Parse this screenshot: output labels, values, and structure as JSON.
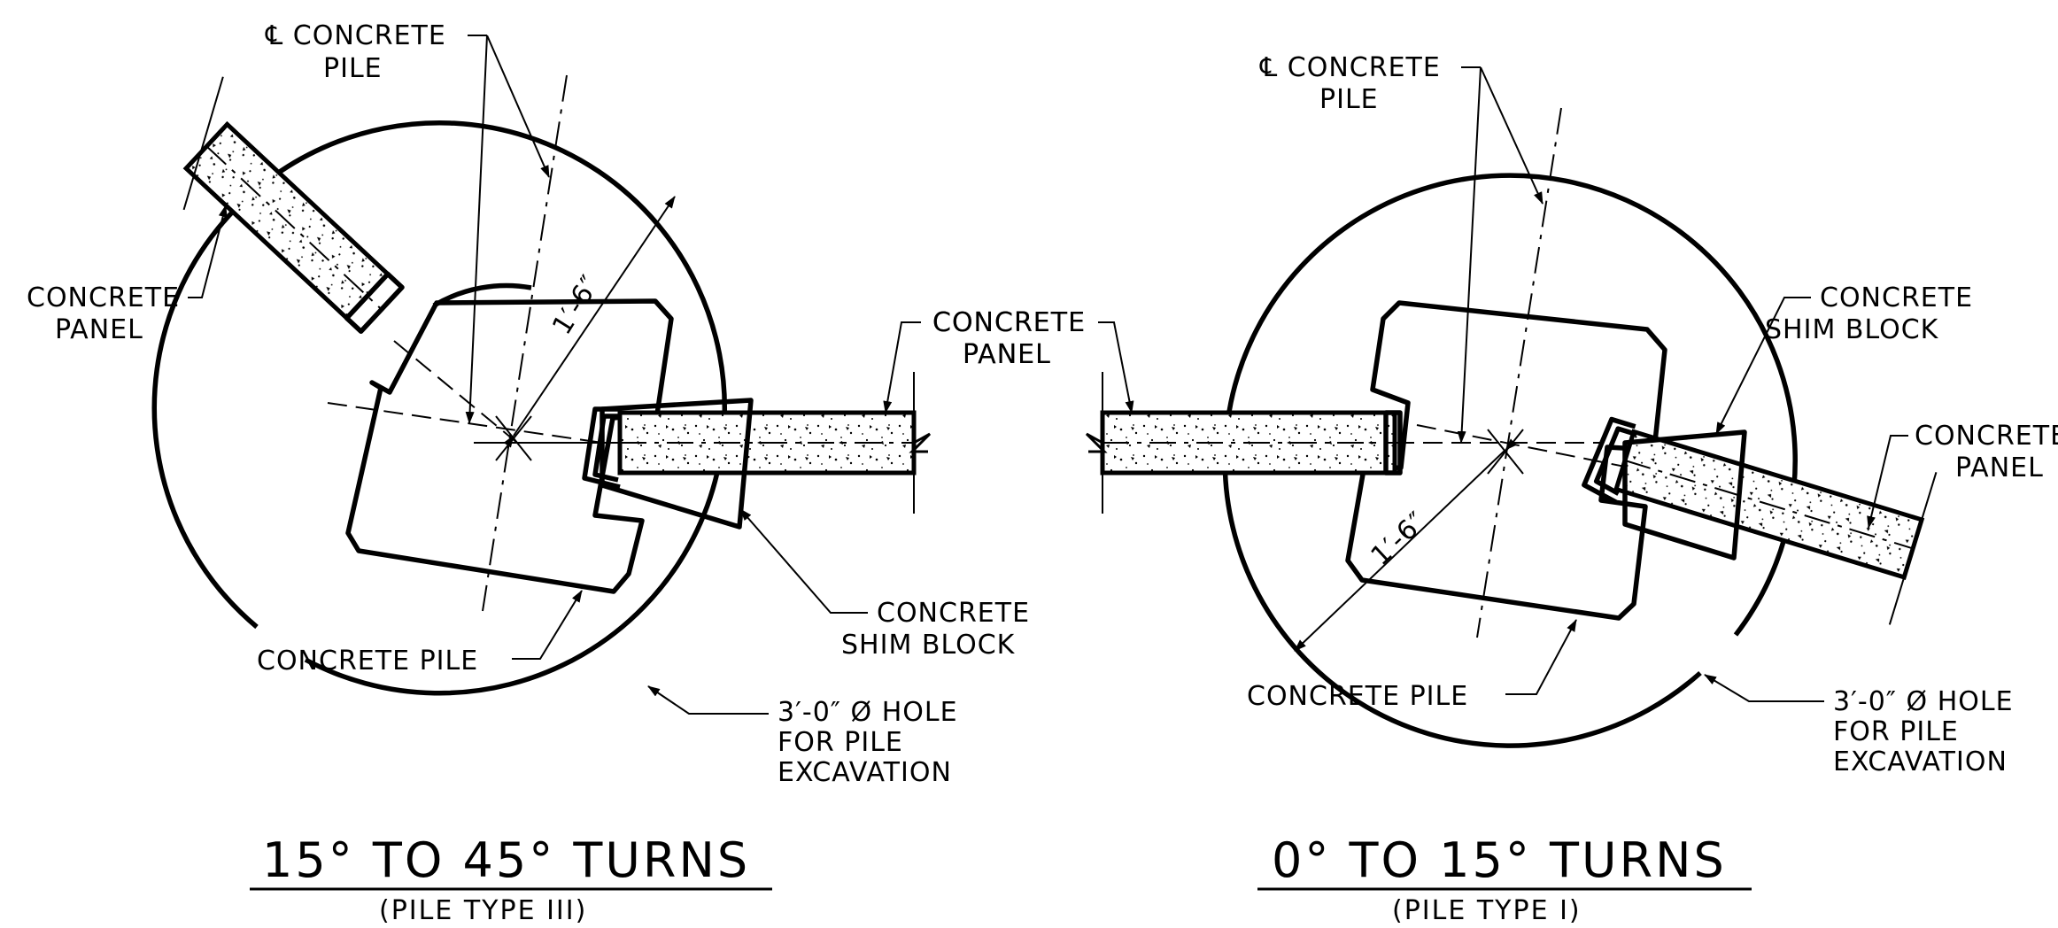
{
  "left_detail": {
    "labels": {
      "pile_centerline": [
        "℄ CONCRETE",
        "PILE"
      ],
      "panel": [
        "CONCRETE",
        "PANEL"
      ],
      "panel_right": [
        "CONCRETE",
        "PANEL"
      ],
      "pile": "CONCRETE PILE",
      "shim": [
        "CONCRETE",
        "SHIM BLOCK"
      ],
      "hole": [
        "3′-0″ Ø HOLE",
        "FOR PILE",
        "EXCAVATION"
      ],
      "dimension": "1′-6″"
    },
    "title": "15° TO 45° TURNS",
    "subtitle": "(PILE TYPE III)"
  },
  "right_detail": {
    "labels": {
      "pile_centerline": [
        "℄ CONCRETE",
        "PILE"
      ],
      "panel_left": [
        "CONCRETE",
        "PANEL"
      ],
      "shim": [
        "CONCRETE",
        "SHIM BLOCK"
      ],
      "panel": [
        "CONCRETE",
        "PANEL"
      ],
      "pile": "CONCRETE PILE",
      "hole": [
        "3′-0″ Ø HOLE",
        "FOR PILE",
        "EXCAVATION"
      ],
      "dimension": "1′-6″"
    },
    "title": "0° TO 15° TURNS",
    "subtitle": "(PILE TYPE I)"
  }
}
